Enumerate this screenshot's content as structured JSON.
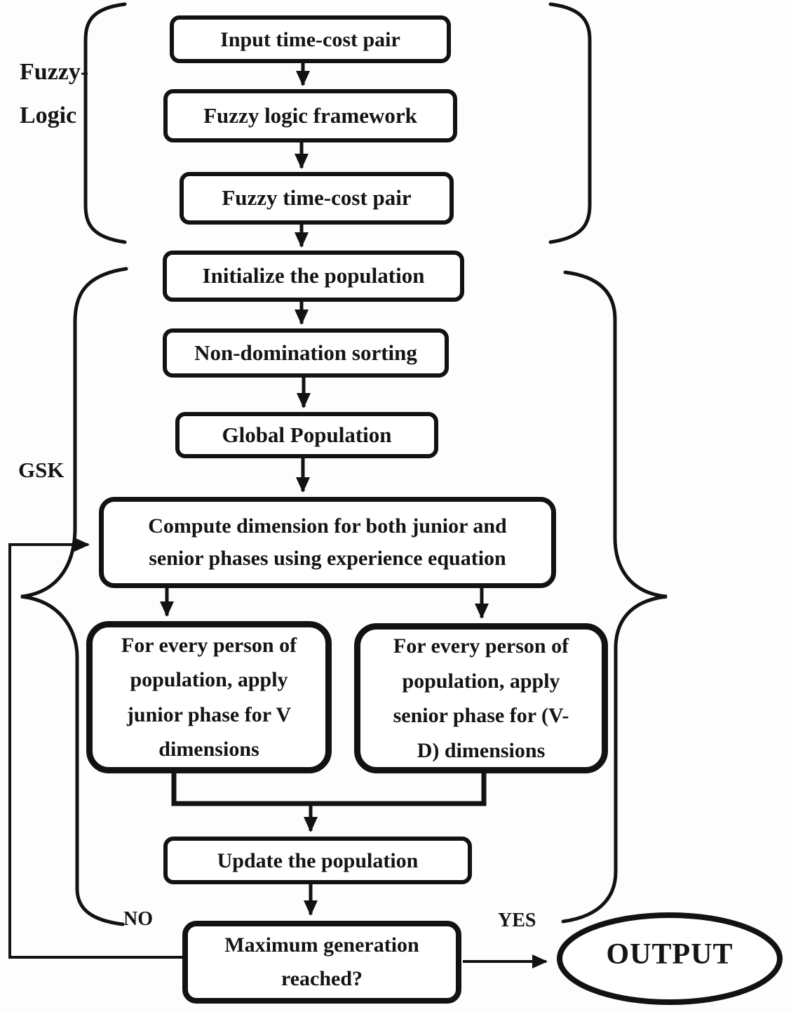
{
  "diagram": {
    "section_labels": {
      "fuzzy_line1": "Fuzzy-",
      "fuzzy_line2": "Logic",
      "gsk": "GSK"
    },
    "nodes": {
      "input": "Input time-cost pair",
      "framework": "Fuzzy logic framework",
      "fuzzy_pair": "Fuzzy time-cost pair",
      "initialize": "Initialize the population",
      "sorting": "Non-domination sorting",
      "global": "Global Population",
      "compute": "Compute dimension for both junior and\nsenior phases using experience equation",
      "junior": "For every person of\npopulation, apply\njunior phase for V\ndimensions",
      "senior": "For every person of\npopulation, apply\nsenior phase for (V-\nD) dimensions",
      "update": "Update the population",
      "decision": "Maximum generation\nreached?",
      "output": "OUTPUT"
    },
    "edge_labels": {
      "no": "NO",
      "yes": "YES"
    },
    "colors": {
      "ink": "#141414",
      "background": "#ffffff"
    }
  }
}
